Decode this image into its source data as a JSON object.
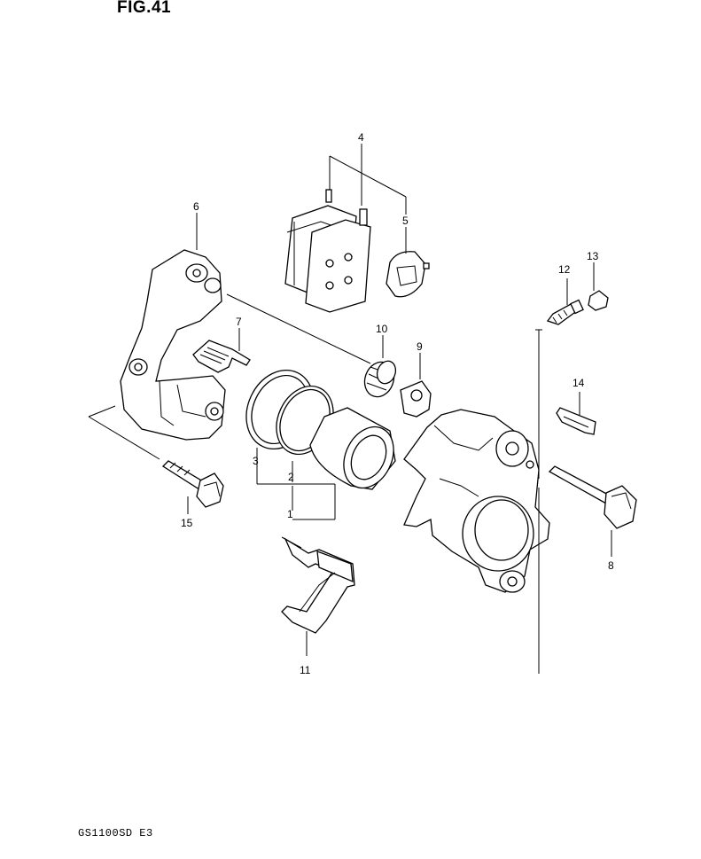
{
  "figure": {
    "title": "FIG.41",
    "footer": "GS1100SD E3"
  },
  "callouts": {
    "p1": "1",
    "p2": "2",
    "p3": "3",
    "p4": "4",
    "p5": "5",
    "p6": "6",
    "p7": "7",
    "p8": "8",
    "p9": "9",
    "p10": "10",
    "p11": "11",
    "p12": "12",
    "p13": "13",
    "p14": "14",
    "p15": "15"
  }
}
